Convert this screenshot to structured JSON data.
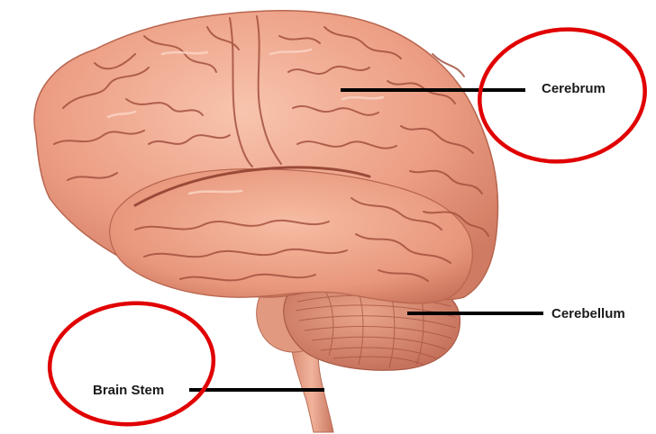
{
  "labels": {
    "cerebrum": "Cerebrum",
    "cerebellum": "Cerebellum",
    "brain_stem": "Brain Stem"
  },
  "colors": {
    "brain_base": "#eea286",
    "brain_shadow": "#c8705a",
    "brain_highlight": "#f8c9b4",
    "sulcus": "#a4513f",
    "leader_line": "#000000",
    "circle": "#e10000"
  },
  "icons": {
    "brain": "brain-illustration"
  }
}
